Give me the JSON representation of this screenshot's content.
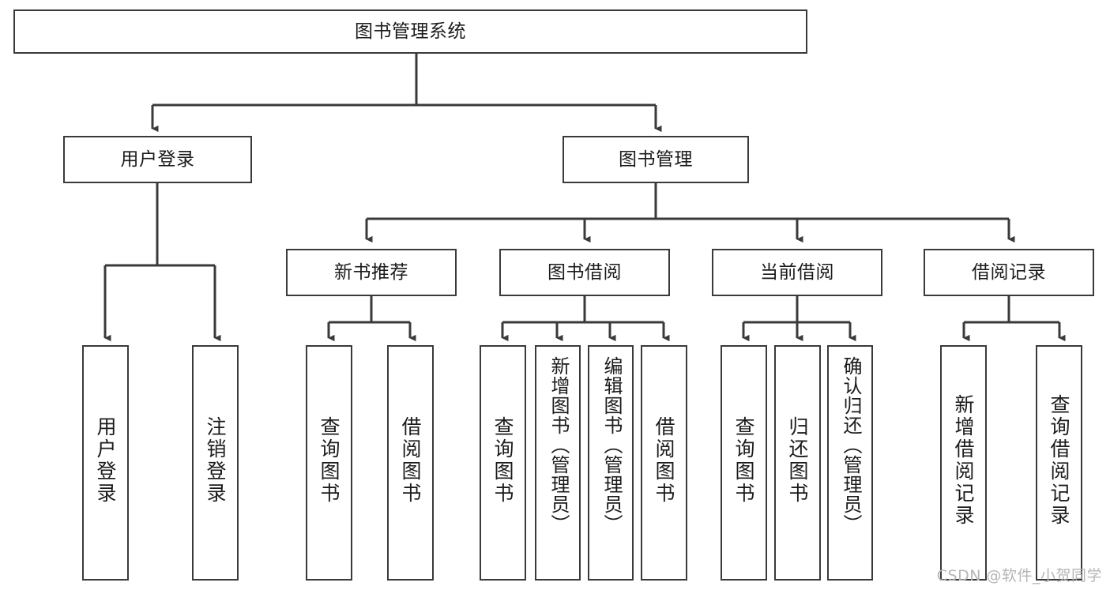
{
  "diagram": {
    "type": "tree-hierarchy-flowchart",
    "title": "图书管理系统",
    "root": {
      "id": "root",
      "label": "图书管理系统"
    },
    "level2": [
      {
        "id": "user-login",
        "label": "用户登录"
      },
      {
        "id": "book-management",
        "label": "图书管理"
      }
    ],
    "level3": [
      {
        "id": "new-book-recommend",
        "label": "新书推荐",
        "parent": "book-management"
      },
      {
        "id": "book-borrow",
        "label": "图书借阅",
        "parent": "book-management"
      },
      {
        "id": "current-borrow",
        "label": "当前借阅",
        "parent": "book-management"
      },
      {
        "id": "borrow-record",
        "label": "借阅记录",
        "parent": "book-management"
      }
    ],
    "leaves": [
      {
        "id": "leaf-user-login",
        "label": "用户登录",
        "parent": "user-login"
      },
      {
        "id": "leaf-logout-login",
        "label": "注销登录",
        "parent": "user-login"
      },
      {
        "id": "leaf-query-book-1",
        "label": "查询图书",
        "parent": "new-book-recommend"
      },
      {
        "id": "leaf-borrow-book-1",
        "label": "借阅图书",
        "parent": "new-book-recommend"
      },
      {
        "id": "leaf-query-book-2",
        "label": "查询图书",
        "parent": "book-borrow"
      },
      {
        "id": "leaf-add-book",
        "label": "新增图书（管理员）",
        "parent": "book-borrow"
      },
      {
        "id": "leaf-edit-book",
        "label": "编辑图书（管理员）",
        "parent": "book-borrow"
      },
      {
        "id": "leaf-borrow-book-2",
        "label": "借阅图书",
        "parent": "book-borrow"
      },
      {
        "id": "leaf-query-book-3",
        "label": "查询图书",
        "parent": "current-borrow"
      },
      {
        "id": "leaf-return-book",
        "label": "归还图书",
        "parent": "current-borrow"
      },
      {
        "id": "leaf-confirm-return",
        "label": "确认归还（管理员）",
        "parent": "current-borrow"
      },
      {
        "id": "leaf-add-record",
        "label": "新增借阅记录",
        "parent": "borrow-record"
      },
      {
        "id": "leaf-query-record",
        "label": "查询借阅记录",
        "parent": "borrow-record"
      }
    ],
    "colors": {
      "background": "#ffffff",
      "box_border": "#3a3a3a",
      "box_fill": "#ffffff",
      "text": "#1b1b1b",
      "connector": "#3a3a3a",
      "watermark": "#b6b6b6"
    }
  },
  "watermark": {
    "text": "CSDN @软件_小贺同学"
  }
}
